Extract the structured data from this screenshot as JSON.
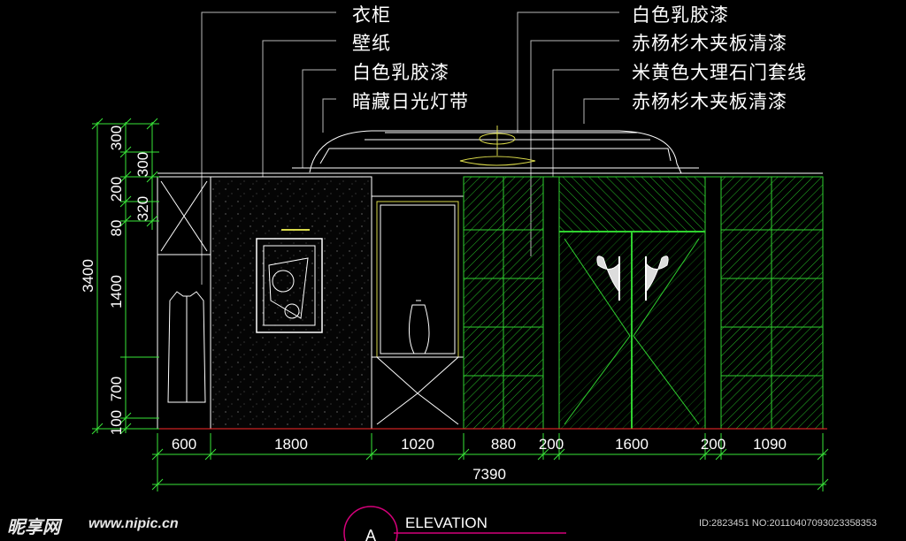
{
  "labels_left": [
    "衣柜",
    "壁纸",
    "白色乳胶漆",
    "暗藏日光灯带"
  ],
  "labels_right": [
    "白色乳胶漆",
    "赤杨杉木夹板清漆",
    "米黄色大理石门套线",
    "赤杨杉木夹板清漆"
  ],
  "dims_bottom": [
    "600",
    "1800",
    "1020",
    "880",
    "200",
    "1600",
    "200",
    "1090"
  ],
  "dim_total": "7390",
  "dims_left_inner": [
    "300",
    "200",
    "80",
    "1400",
    "700",
    "100"
  ],
  "dims_left_mid": [
    "300",
    "320"
  ],
  "dim_left_total": "3400",
  "title": "ELEVATION",
  "section_mark": "A",
  "watermark": {
    "logo": "昵享网",
    "url": "www.nipic.cn",
    "id_text": "ID:2823451 NO:20110407093023358353"
  },
  "colors": {
    "line_green": "#2fd12f",
    "dim_green": "#39e639",
    "leader": "#b8b8b8",
    "magenta": "#d4007a"
  }
}
